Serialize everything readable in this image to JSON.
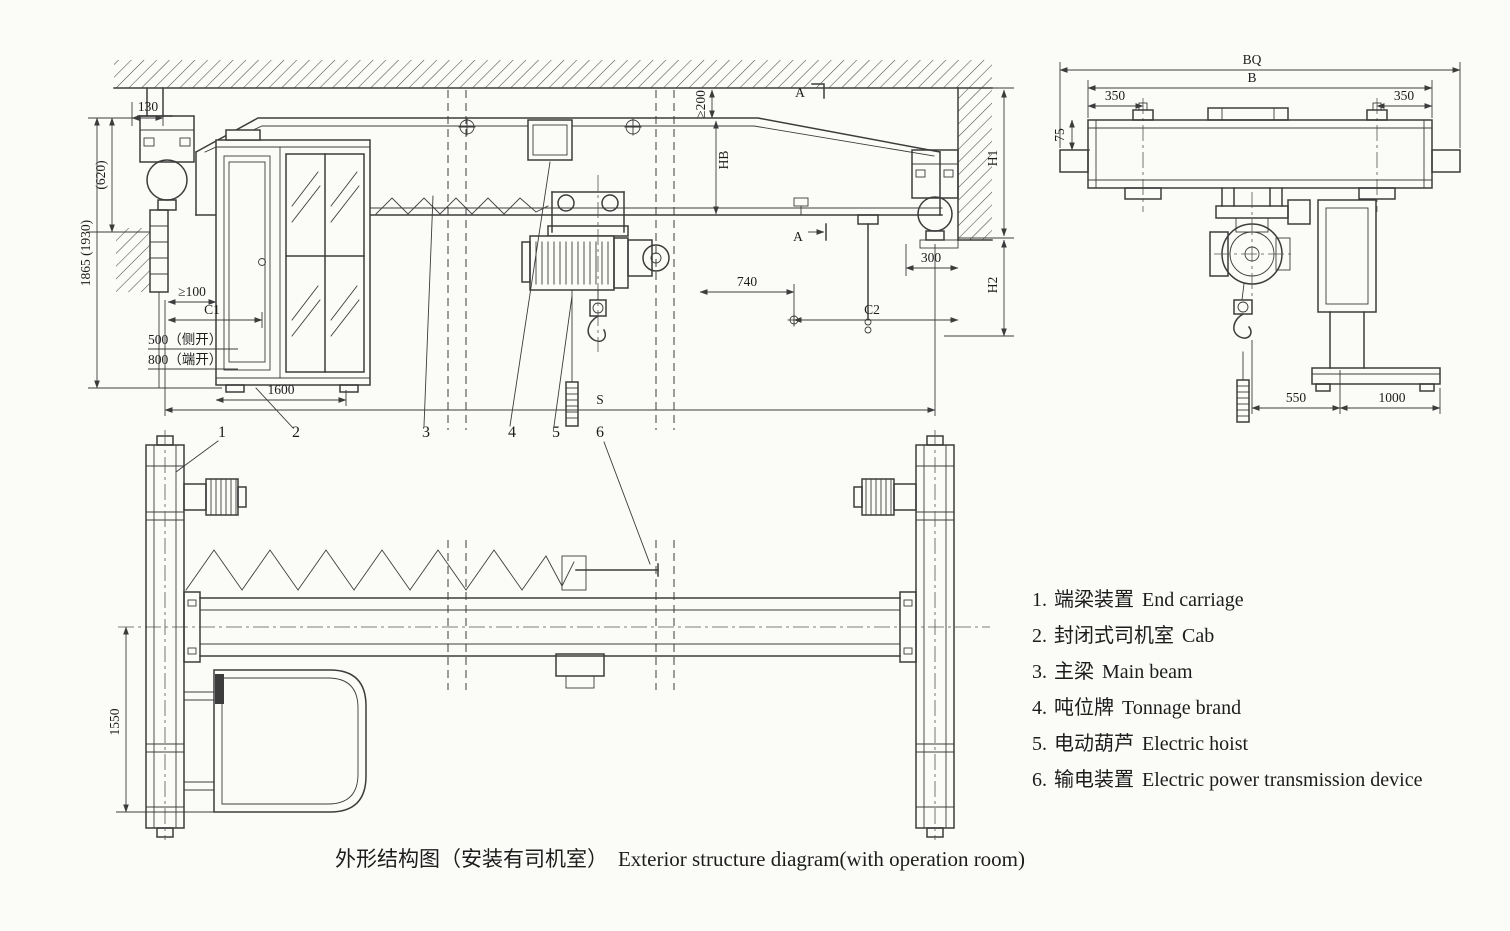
{
  "caption": {
    "zh": "外形结构图（安装有司机室）",
    "en": "Exterior structure diagram(with operation room)"
  },
  "legend": {
    "items": [
      {
        "num": "1.",
        "zh": "端梁装置",
        "en": "End carriage"
      },
      {
        "num": "2.",
        "zh": "封闭式司机室",
        "en": "Cab"
      },
      {
        "num": "3.",
        "zh": "主梁",
        "en": "Main beam"
      },
      {
        "num": "4.",
        "zh": "吨位牌",
        "en": "Tonnage brand"
      },
      {
        "num": "5.",
        "zh": "电动葫芦",
        "en": "Electric hoist"
      },
      {
        "num": "6.",
        "zh": "输电装置",
        "en": "Electric power transmission device"
      }
    ]
  },
  "front_view": {
    "dims": {
      "d130": "130",
      "d620": "(620)",
      "d1865": "1865 (1930)",
      "ge100": "≥100",
      "c1": "C1",
      "d500": "500（侧开）",
      "d800": "800（端开）",
      "d1600": "1600",
      "ge200": "≥200",
      "hb": "HB",
      "h1": "H1",
      "h2": "H2",
      "d300": "300",
      "d740": "740",
      "c2": "C2",
      "s": "S",
      "a": "A"
    },
    "parts": {
      "p1": "1",
      "p2": "2",
      "p3": "3",
      "p4": "4",
      "p5": "5",
      "p6": "6"
    }
  },
  "side_view": {
    "dims": {
      "bq": "BQ",
      "b": "B",
      "d350l": "350",
      "d350r": "350",
      "d75": "75",
      "d550": "550",
      "d1000": "1000"
    }
  },
  "plan_view": {
    "dims": {
      "d1550": "1550"
    }
  }
}
